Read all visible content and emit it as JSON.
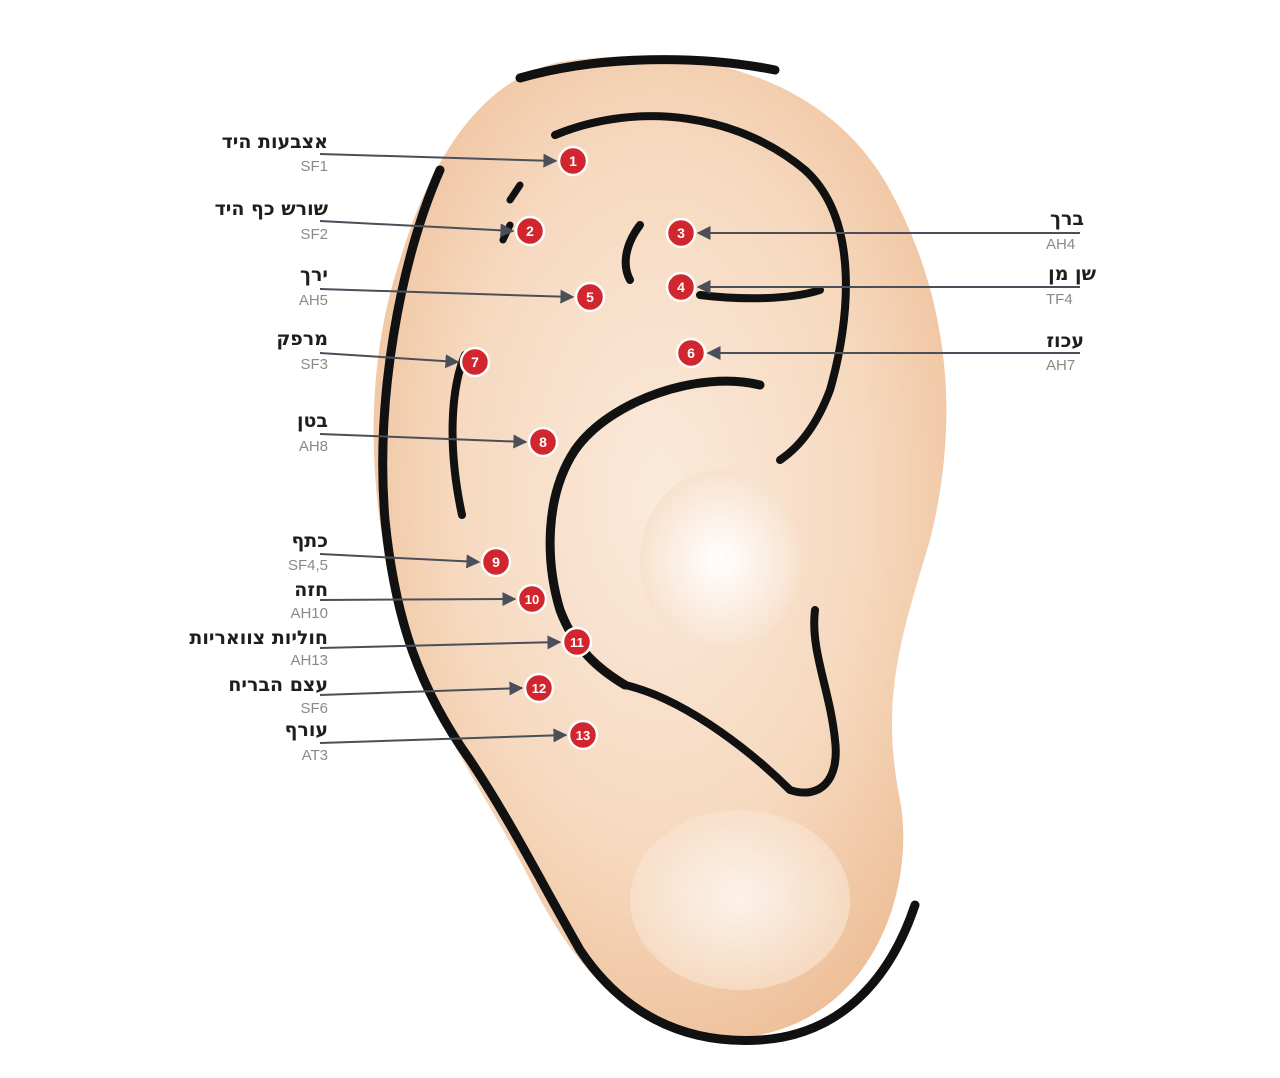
{
  "colors": {
    "skin": "#f6d9bf",
    "skin_dark": "#efbf98",
    "outline": "#111111",
    "marker": "#d1262e",
    "arrow": "#4a4f5a",
    "code_text": "#8a8a8a"
  },
  "points": [
    {
      "num": "1",
      "label": "אצבעות היד",
      "code": "SF1"
    },
    {
      "num": "2",
      "label": "שורש כף היד",
      "code": "SF2"
    },
    {
      "num": "3",
      "label": "ברך",
      "code": "AH4"
    },
    {
      "num": "4",
      "label": "שן מן",
      "code": "TF4"
    },
    {
      "num": "5",
      "label": "ירך",
      "code": "AH5"
    },
    {
      "num": "6",
      "label": "עכוז",
      "code": "AH7"
    },
    {
      "num": "7",
      "label": "מרפק",
      "code": "SF3"
    },
    {
      "num": "8",
      "label": "בטן",
      "code": "AH8"
    },
    {
      "num": "9",
      "label": "כתף",
      "code": "SF4,5"
    },
    {
      "num": "10",
      "label": "חזה",
      "code": "AH10"
    },
    {
      "num": "11",
      "label": "חוליות צוואריות",
      "code": "AH13"
    },
    {
      "num": "12",
      "label": "עצם הבריח",
      "code": "SF6"
    },
    {
      "num": "13",
      "label": "עורף",
      "code": "AT3"
    }
  ]
}
